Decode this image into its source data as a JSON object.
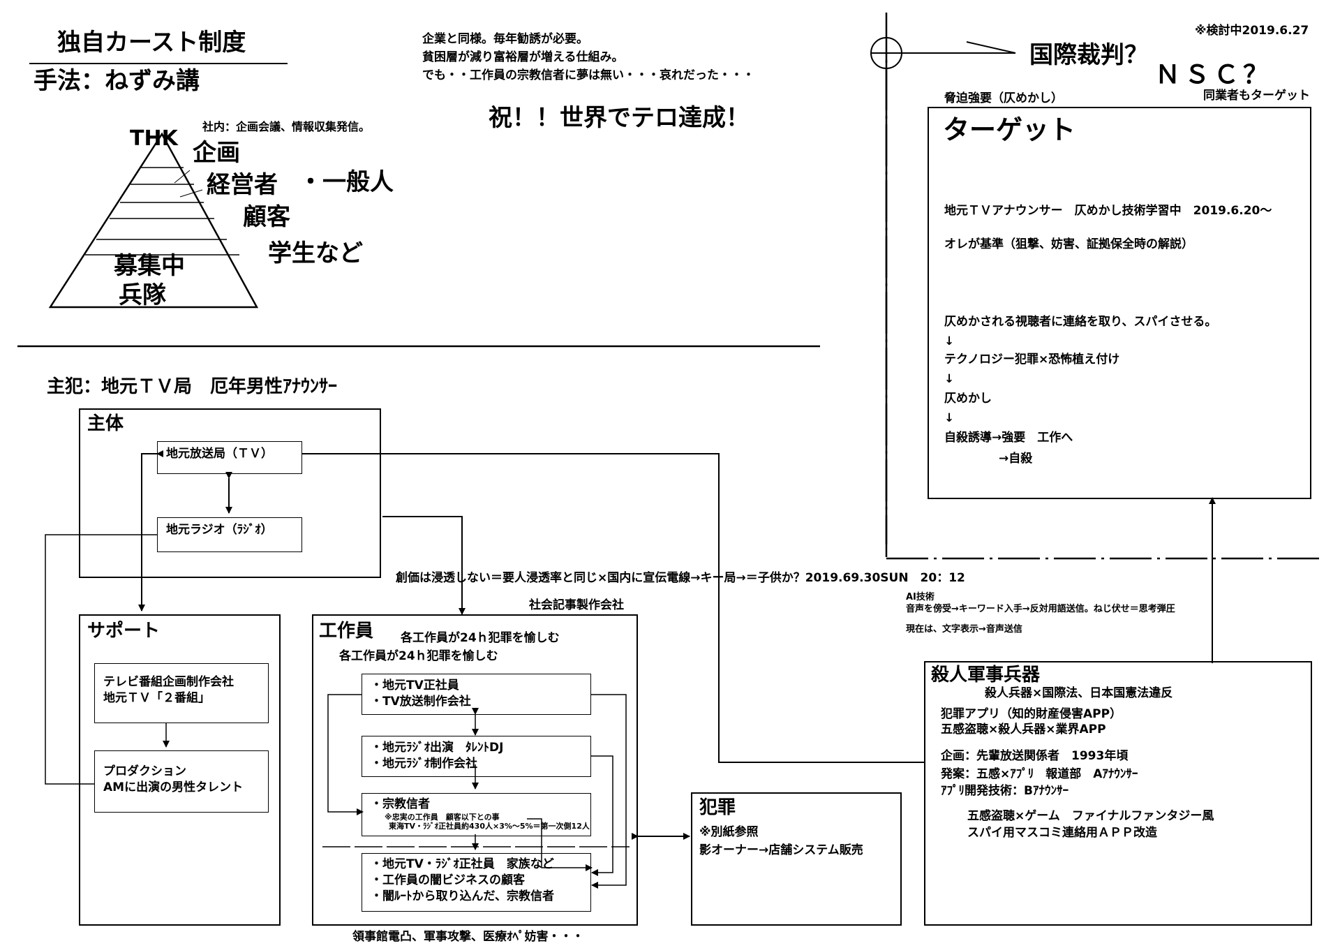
{
  "top_left": {
    "title": "独自カースト制度",
    "method": "手法：ねずみ講",
    "pyramid": {
      "top": "THK",
      "note": "社内：企画会議、情報収集発信。",
      "planning": "企画",
      "executive": "経営者",
      "general": "・一般人",
      "customer": "顧客",
      "students": "学生など",
      "recruit": "募集中",
      "soldiers": "兵隊"
    }
  },
  "top_center": {
    "lines": [
      "企業と同様。毎年勧誘が必要。",
      "貧困層が減り富裕層が増える仕組み。",
      "でも・・工作員の宗教信者に夢は無い・・・哀れだった・・・"
    ],
    "headline": "祝！！世界でテロ達成！"
  },
  "top_right": {
    "review_note": "※検討中2019.6.27",
    "court": "国際裁判？",
    "nsc": "ＮＳＣ？",
    "threat": "脅迫強要（仄めかし）",
    "competitors": "同業者もターゲット"
  },
  "target_box": {
    "title": "ターゲット",
    "lines": [
      "地元ＴＶアナウンサー　仄めかし技術学習中　2019.6.20～",
      "オレが基準（狙撃、妨害、証拠保全時の解説）",
      "仄めかされる視聴者に連絡を取り、スパイさせる。",
      "↓",
      "テクノロジー犯罪×恐怖植え付け",
      "↓",
      "仄めかし",
      "↓",
      "自殺誘導→強要　工作へ",
      "→自殺"
    ]
  },
  "main_culprit": "主犯：地元ＴＶ局　厄年男性ｱﾅｳﾝｻｰ",
  "subject_box": {
    "title": "主体",
    "tv": "地元放送局（ＴＶ）",
    "radio": "地元ラジオ（ﾗｼﾞｵ）"
  },
  "middle_note": "創価は浸透しない＝要人浸透率と同じ×国内に宣伝電線→キー局→＝子供か？2019.69.30SUN　20：12",
  "social_article": "社会記事製作会社",
  "ai_note": {
    "l1": "AI技術",
    "l2": "音声を傍受→キーワード入手→反対用語送信。ねじ伏せ＝思考弾圧",
    "l3": "現在は、文字表示→音声送信"
  },
  "support_box": {
    "title": "サポート",
    "tv_prod_l1": "テレビ番組企画制作会社",
    "tv_prod_l2": "地元ＴＶ「２番組」",
    "production_l1": "プロダクション",
    "production_l2": "AMに出演の男性タレント"
  },
  "agent_box": {
    "title": "工作員",
    "sub1": "各工作員が24ｈ犯罪を愉しむ",
    "sub2": "各工作員が24ｈ犯罪を愉しむ",
    "b1_l1": "・地元TV正社員",
    "b1_l2": "・TV放送制作会社",
    "b2_l1": "・地元ﾗｼﾞｵ出演　ﾀﾚﾝﾄDJ",
    "b2_l2": "・地元ﾗｼﾞｵ制作会社",
    "b3_l1": "・宗教信者",
    "b3_note1": "※忠実の工作員　顧客以下との事",
    "b3_note2": "東海TV・ﾗｼﾞｵ正社員約430人×3%～5%＝第一次側12人",
    "b4_l1": "・地元TV・ﾗｼﾞｵ正社員　家族など",
    "b4_l2": "・工作員の闇ビジネスの顧客",
    "b4_l3": "・闇ﾙｰﾄから取り込んだ、宗教信者"
  },
  "bottom_note": "領事館電凸、軍事攻撃、医療ｵﾍﾟ妨害・・・",
  "crime_box": {
    "title": "犯罪",
    "l1": "※別紙参照",
    "l2": "影オーナー→店舗システム販売"
  },
  "weapon_box": {
    "title": "殺人軍事兵器",
    "sub": "殺人兵器×国際法、日本国憲法違反",
    "l1": "犯罪アプリ（知的財産侵害APP）",
    "l2": "五感盗聴×殺人兵器×業界APP",
    "l3": "企画：先輩放送関係者　1993年頃",
    "l4": "発案：五感×ｱﾌﾟﾘ　報道部　Aｱﾅｳﾝｻｰ",
    "l5": "ｱﾌﾟﾘ開発技術：Bｱﾅｳﾝｻｰ",
    "l6": "五感盗聴×ゲーム　ファイナルファンタジー風",
    "l7": "スパイ用マスコミ連絡用ＡＰＰ改造"
  }
}
